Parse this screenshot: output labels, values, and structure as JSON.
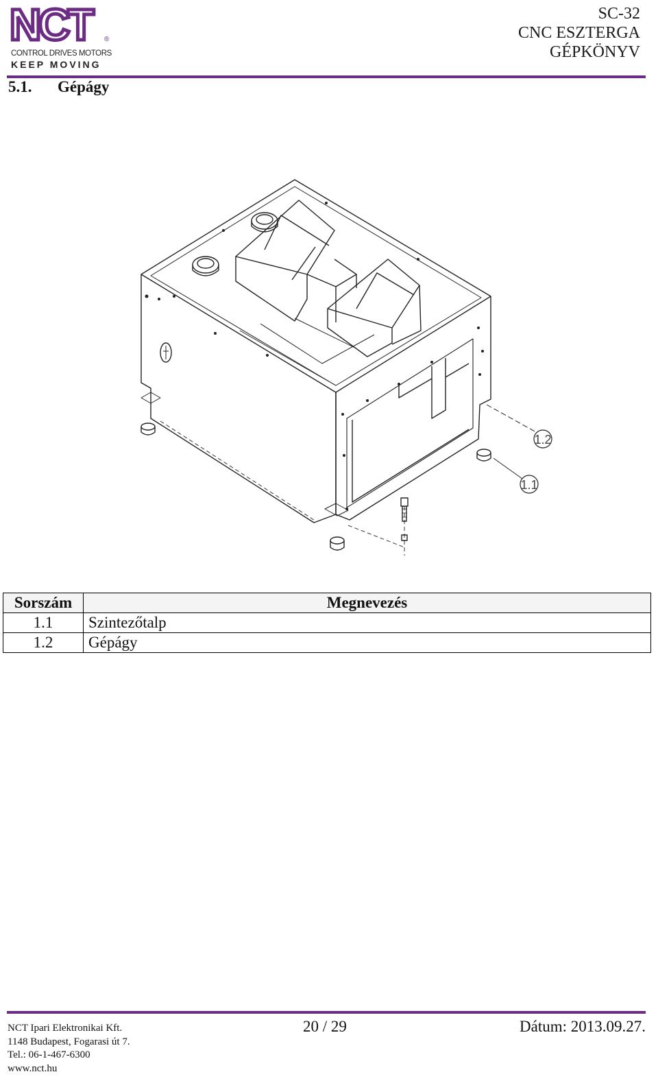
{
  "header": {
    "logo_text": "NCT",
    "logo_registered": "®",
    "logo_tagline": "CONTROL DRIVES MOTORS",
    "logo_slogan": "KEEP MOVING",
    "doc_title_lines": [
      "SC-32",
      "CNC ESZTERGA",
      "GÉPKÖNYV"
    ],
    "accent_color": "#6d2c83"
  },
  "section": {
    "number": "5.1.",
    "title": "Gépágy"
  },
  "drawing": {
    "callouts": [
      "1.2",
      "1.1"
    ]
  },
  "parts_table": {
    "headers": [
      "Sorszám",
      "Megnevezés"
    ],
    "rows": [
      {
        "num": "1.1",
        "name": "Szintezőtalp"
      },
      {
        "num": "1.2",
        "name": "Gépágy"
      }
    ]
  },
  "footer": {
    "company_lines": [
      "NCT Ipari Elektronikai Kft.",
      "1148 Budapest, Fogarasi út 7.",
      "Tel.: 06-1-467-6300",
      "www.nct.hu"
    ],
    "page": "20 / 29",
    "date": "Dátum: 2013.09.27."
  }
}
